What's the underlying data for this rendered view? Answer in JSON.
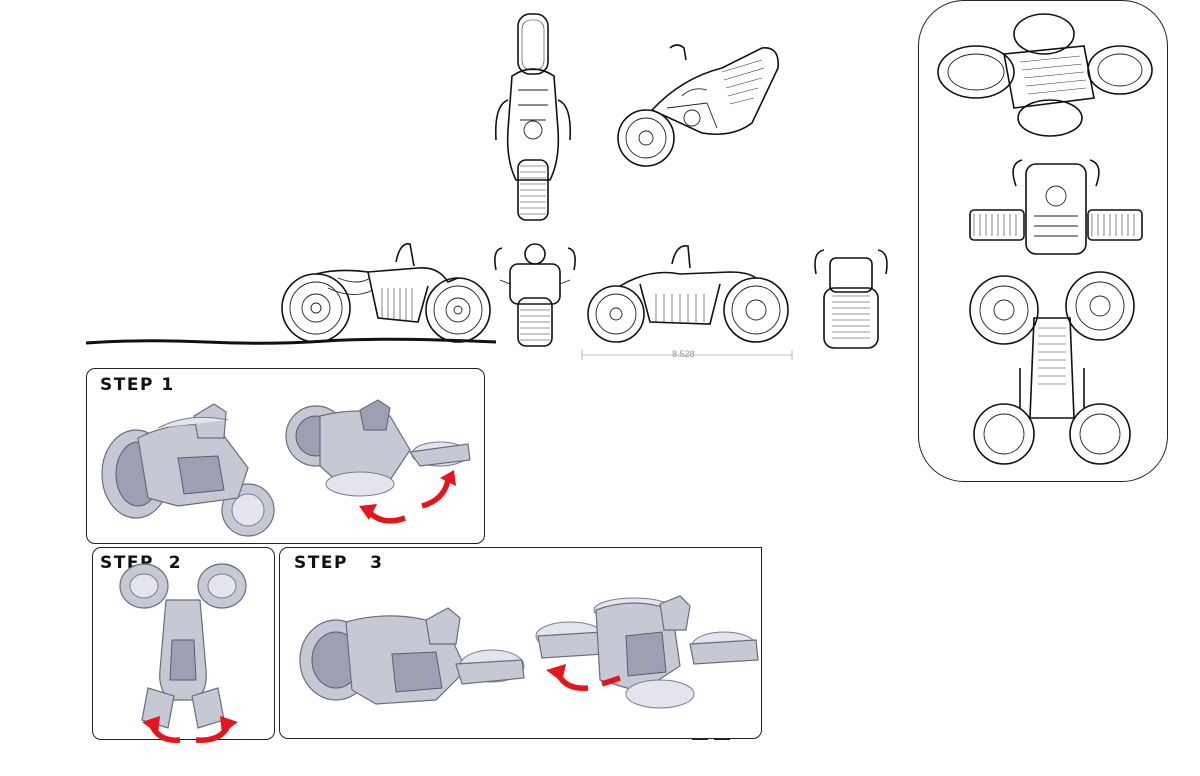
{
  "steps": [
    {
      "label": "STEP 1"
    },
    {
      "label": "STEP  2"
    },
    {
      "label": "STEP   3"
    }
  ],
  "dimension": {
    "value": "8.528"
  }
}
